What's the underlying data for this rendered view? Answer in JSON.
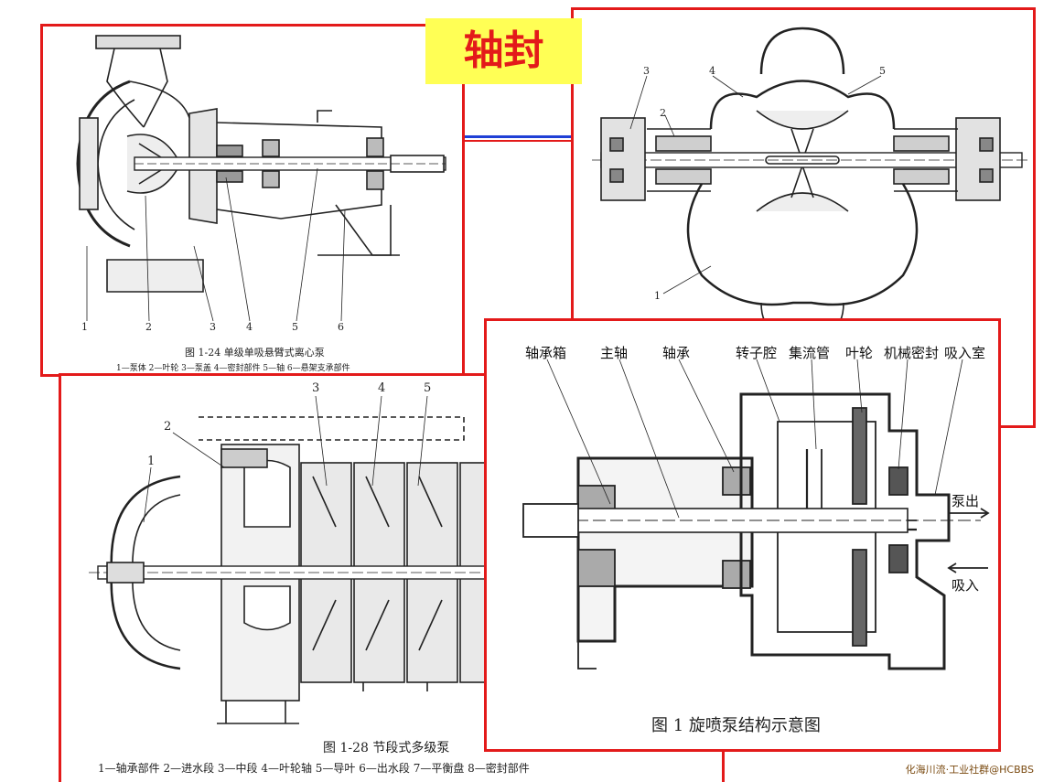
{
  "title": "轴封",
  "panel1": {
    "caption": "图 1-24   单级单吸悬臂式离心泵",
    "legend": "1—泵体   2—叶轮   3—泵盖   4—密封部件   5—轴   6—悬架支承部件",
    "numbers": [
      "1",
      "2",
      "3",
      "4",
      "5",
      "6"
    ]
  },
  "panel2": {
    "numbers": [
      "1",
      "2",
      "3",
      "4",
      "5"
    ]
  },
  "panel3": {
    "caption": "图 1-28   节段式多级泵",
    "legend": "1—轴承部件   2—进水段   3—中段   4—叶轮轴   5—导叶   6—出水段   7—平衡盘   8—密封部件",
    "numbers": [
      "1",
      "2",
      "3",
      "4",
      "5"
    ]
  },
  "panel4": {
    "caption": "图 1   旋喷泵结构示意图",
    "labels": [
      "轴承箱",
      "主轴",
      "轴承",
      "转子腔",
      "集流管",
      "叶轮",
      "机械密封",
      "吸入室"
    ],
    "side_labels": [
      "泵出",
      "吸入"
    ]
  },
  "watermark": "化海川流·工业社群@HCBBS",
  "colors": {
    "frame": "#e31a1a",
    "title_bg": "#ffff55",
    "connector_blue": "#1f3fd6"
  }
}
